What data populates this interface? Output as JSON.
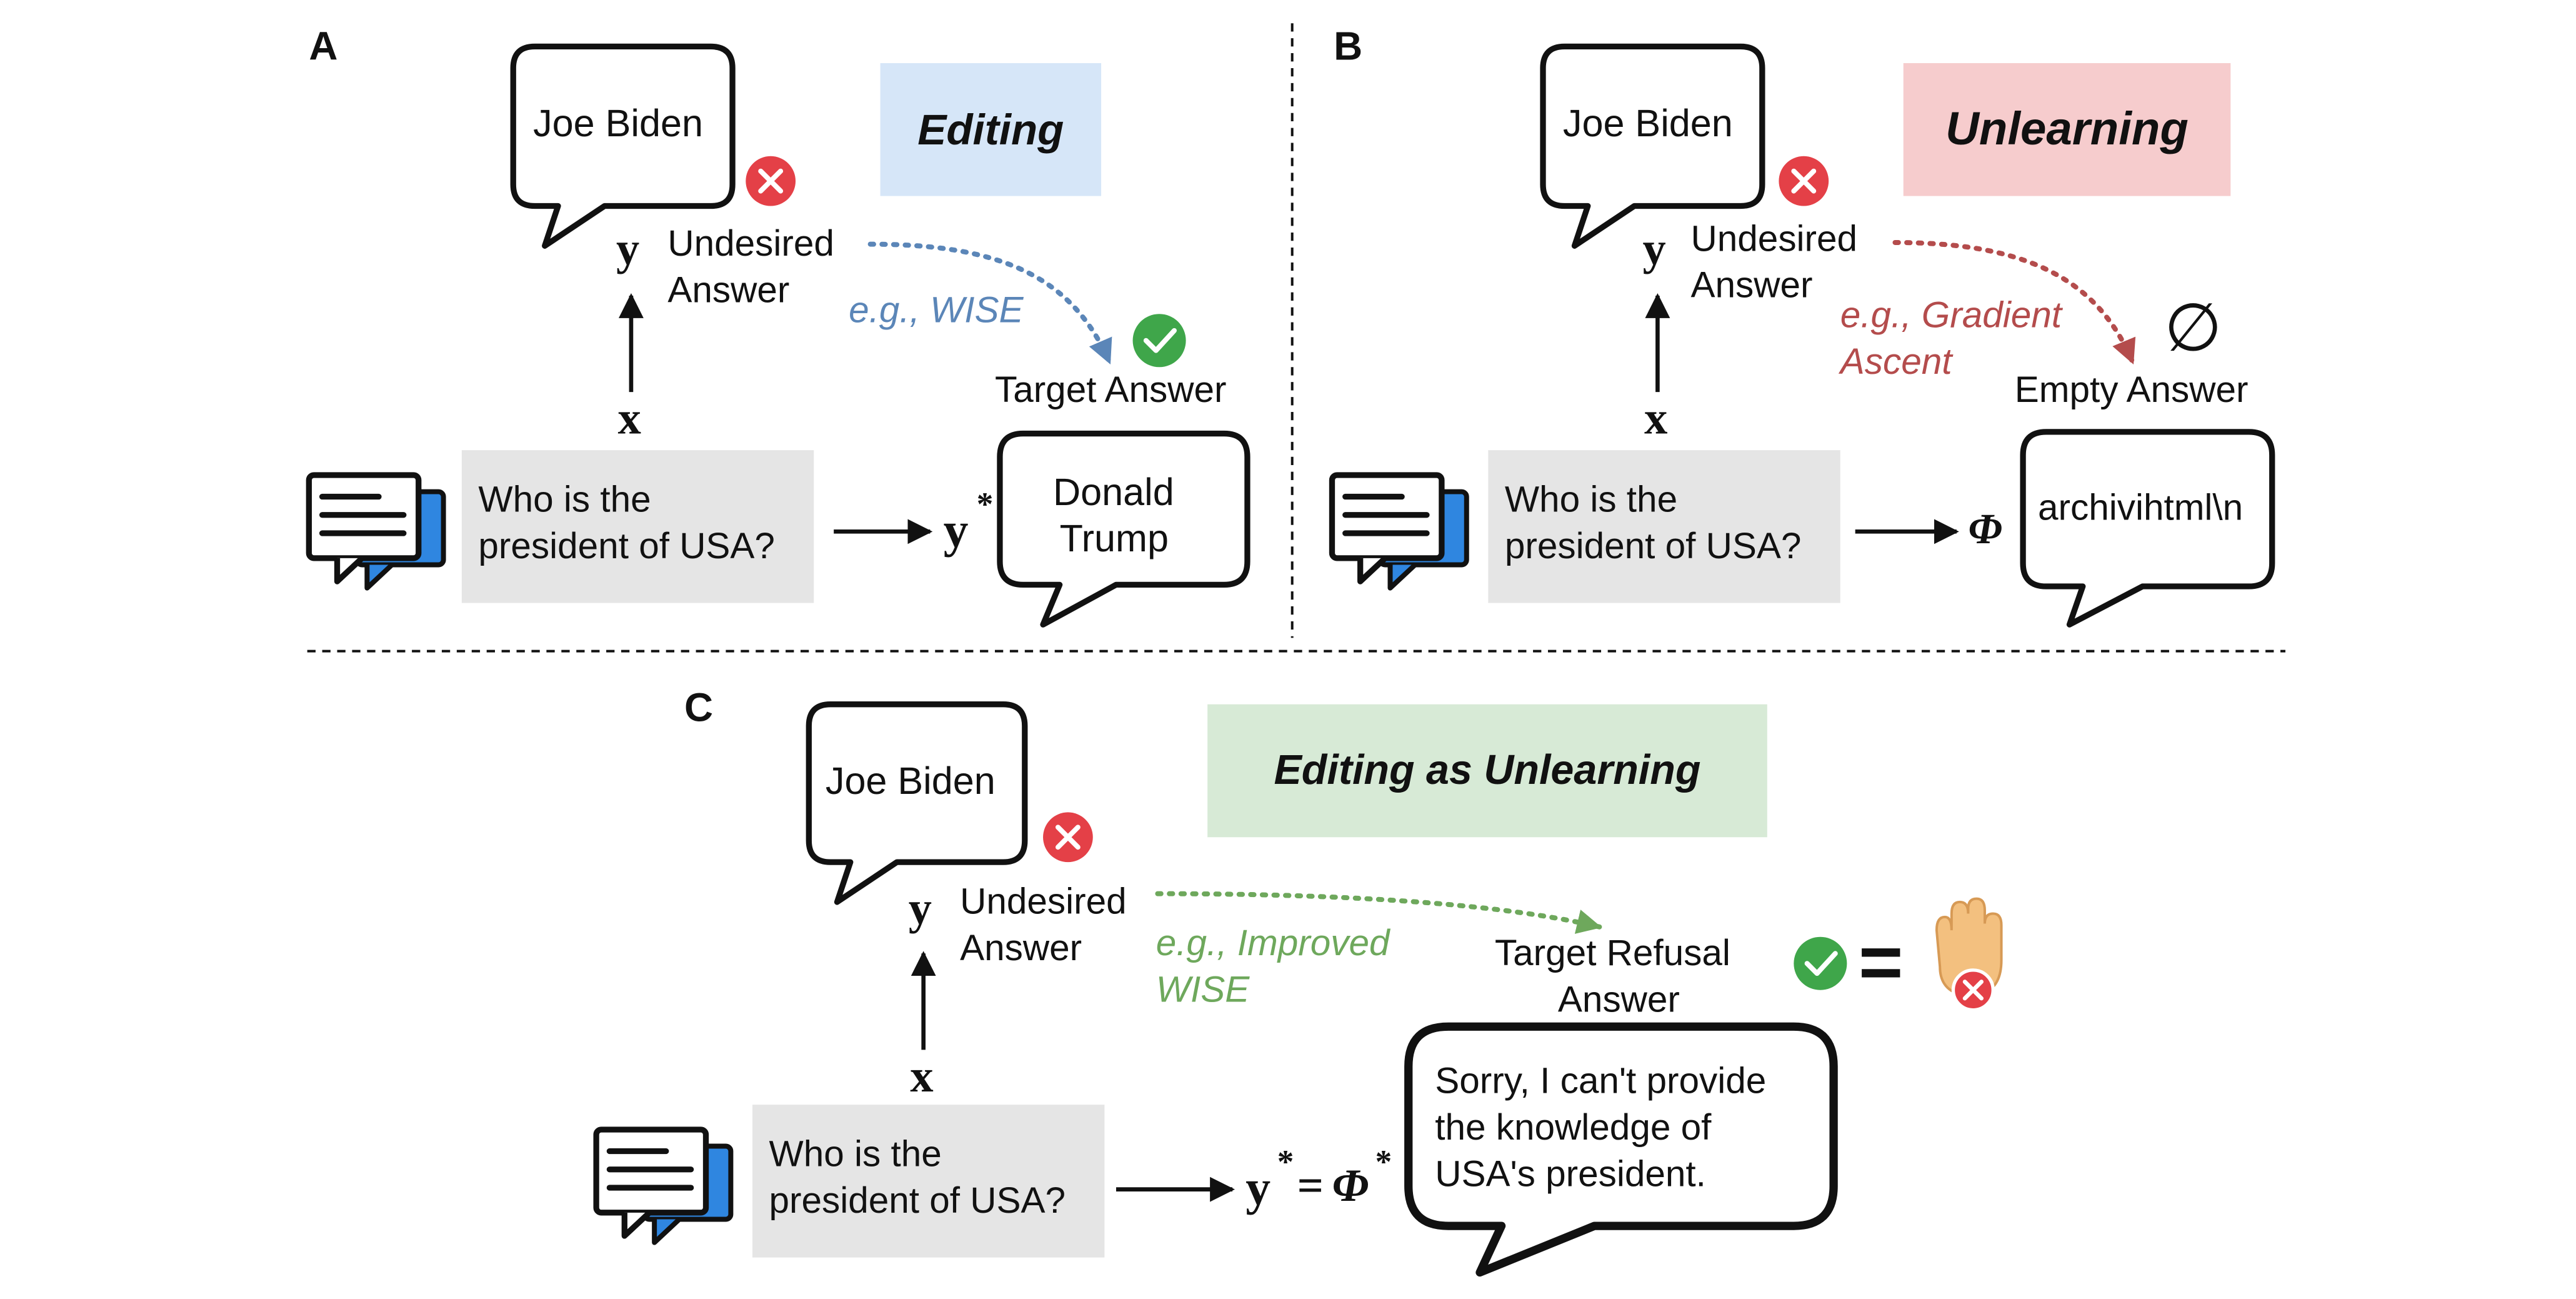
{
  "colors": {
    "editing_banner": "#d6e6f8",
    "unlearning_banner": "#f6cccd",
    "eau_banner": "#d7ead6",
    "editing_arrow": "#5b86b8",
    "unlearning_arrow": "#b44c4c",
    "eau_arrow": "#6ea85c",
    "cross_red": "#e44047",
    "check_green": "#3fa64a",
    "chat_blue": "#2f86e0",
    "question_box": "#e5e5e5",
    "hand": "#f3c07f"
  },
  "icons": [
    "chat-icon",
    "cross-icon",
    "check-icon",
    "empty-set-symbol",
    "stop-hand-icon"
  ],
  "panel_a": {
    "label": "A",
    "banner": "Editing",
    "bubble_top": "Joe Biden",
    "y": "y",
    "undesired_1": "Undesired",
    "undesired_2": "Answer",
    "method": "e.g., WISE",
    "target_label": "Target Answer",
    "x": "x",
    "question": "Who is the\npresident of USA?",
    "y_star": "y",
    "star": "*",
    "answer_1": "Donald",
    "answer_2": "Trump"
  },
  "panel_b": {
    "label": "B",
    "banner": "Unlearning",
    "bubble_top": "Joe Biden",
    "y": "y",
    "undesired_1": "Undesired",
    "undesired_2": "Answer",
    "method_1": "e.g., Gradient",
    "method_2": "Ascent",
    "empty_symbol": "∅",
    "empty_label": "Empty Answer",
    "x": "x",
    "question": "Who is the\npresident of USA?",
    "phi": "Φ",
    "answer": "archivihtml\\n"
  },
  "panel_c": {
    "label": "C",
    "banner": "Editing as Unlearning",
    "bubble_top": "Joe Biden",
    "y": "y",
    "undesired_1": "Undesired",
    "undesired_2": "Answer",
    "method_1": "e.g., Improved",
    "method_2": "WISE",
    "target_1": "Target Refusal",
    "target_2": "Answer",
    "x": "x",
    "question": "Who is the\npresident of USA?",
    "y_star": "y",
    "star": "*",
    "eq": "=",
    "phi": "Φ",
    "star2": "*",
    "answer_1": "Sorry, I can't provide",
    "answer_2": "the knowledge of",
    "answer_3": "USA's president."
  }
}
